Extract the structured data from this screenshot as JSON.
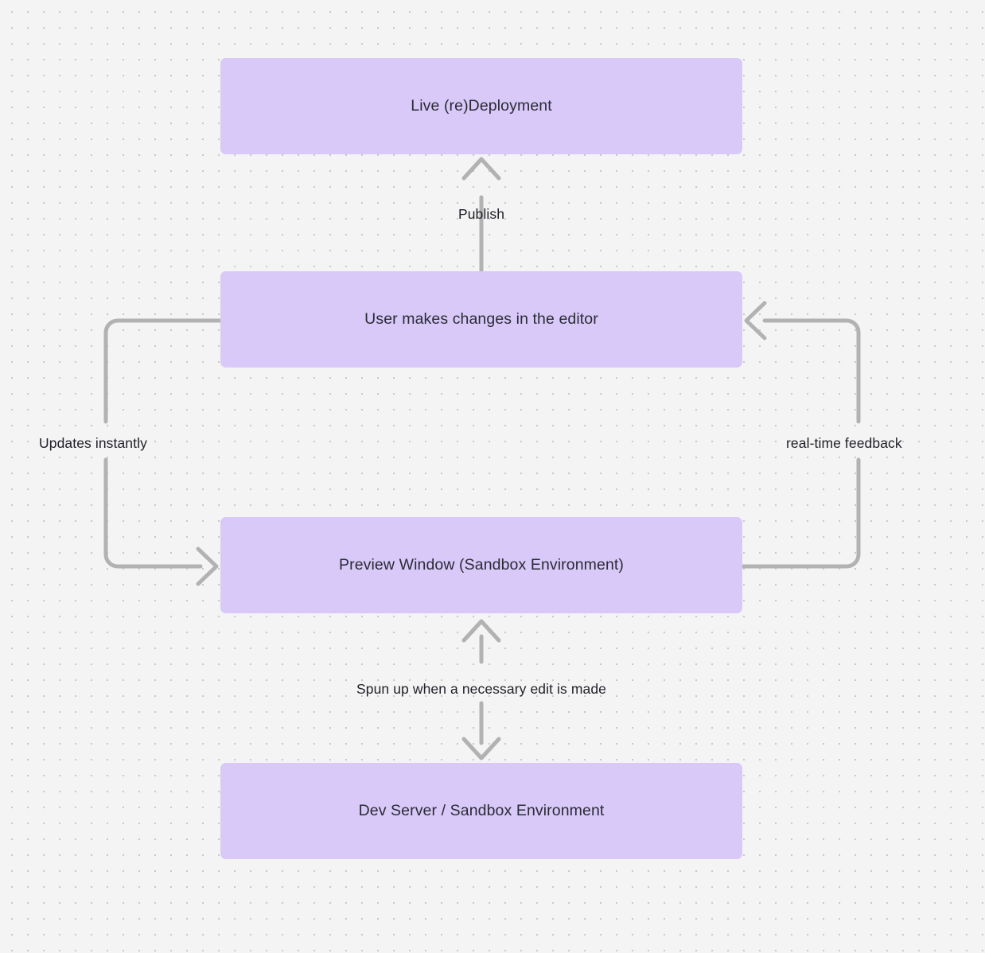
{
  "diagram": {
    "type": "flowchart",
    "title": "Live preview / deployment loop",
    "background_color": "#f4f4f4",
    "node_color": "#d8c9f8",
    "edge_color": "#b2b2b2",
    "text_color": "#2b2b36",
    "nodes": [
      {
        "id": "live",
        "label": "Live (re)Deployment"
      },
      {
        "id": "editor",
        "label": "User makes changes in the editor"
      },
      {
        "id": "preview",
        "label": "Preview Window (Sandbox Environment)"
      },
      {
        "id": "devserver",
        "label": "Dev Server / Sandbox Environment"
      }
    ],
    "edges": [
      {
        "id": "editor-to-live",
        "from": "editor",
        "to": "live",
        "label": "Publish",
        "direction": "up"
      },
      {
        "id": "editor-to-preview",
        "from": "editor",
        "to": "preview",
        "label": "Updates instantly",
        "direction": "left-loop-down"
      },
      {
        "id": "preview-to-editor",
        "from": "preview",
        "to": "editor",
        "label": "real-time feedback",
        "direction": "right-loop-up"
      },
      {
        "id": "preview-devserver",
        "from": "preview",
        "to": "devserver",
        "label": "Spun up when a necessary edit is made",
        "direction": "bidirectional"
      }
    ]
  }
}
